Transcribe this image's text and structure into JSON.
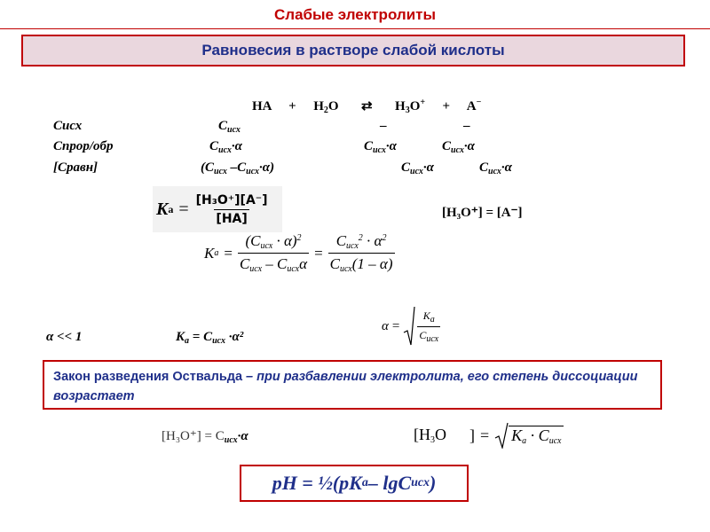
{
  "header": {
    "title": "Слабые электролиты"
  },
  "banner": {
    "text": "Равновесия в растворе слабой кислоты"
  },
  "equation": {
    "ha": "HA",
    "plus1": "+",
    "h2o_h": "H",
    "h2o_2": "2",
    "h2o_o": "O",
    "arrow": "⇄",
    "h3o_h": "H",
    "h3o_3": "3",
    "h3o_o": "O",
    "h3o_plus": "+",
    "plus2": "+",
    "a": "A",
    "a_minus": "−"
  },
  "rows": {
    "cisx_label": "Cисх",
    "sprob_label": "Cпрор/обр",
    "sravn_label": "[Cравн]",
    "c": "C",
    "isx": "исх",
    "dash": "–",
    "dot_alpha": "·α",
    "paren_open": "(",
    "paren_close": ")",
    "minus_c": " –C"
  },
  "ka": {
    "k": "K",
    "a": "a",
    "eq": "=",
    "num": "[H₃O⁺][A⁻]",
    "den": "[HA]"
  },
  "equality": "[H₃O⁺] = [A⁻]",
  "approx": {
    "cond": "α << 1",
    "ka": "K",
    "ka_sub": "a",
    "eq": " = C",
    "isx": "исх",
    "tail": " ·α²"
  },
  "ostwald": {
    "name": "Закон разведения Оствальда",
    "rest": " – при разбавлении электролита, его степень диссоциации возрастает"
  },
  "h3o_eq": {
    "lhs": "[H₃O⁺] = C",
    "isx": "исх",
    "tail": "·α"
  },
  "ph": {
    "text": "pH = ½(pK",
    "a": "a",
    "mid": " – lgC",
    "isx": "исх",
    "close": " )"
  },
  "icons": [
    "sqrt-icon"
  ]
}
